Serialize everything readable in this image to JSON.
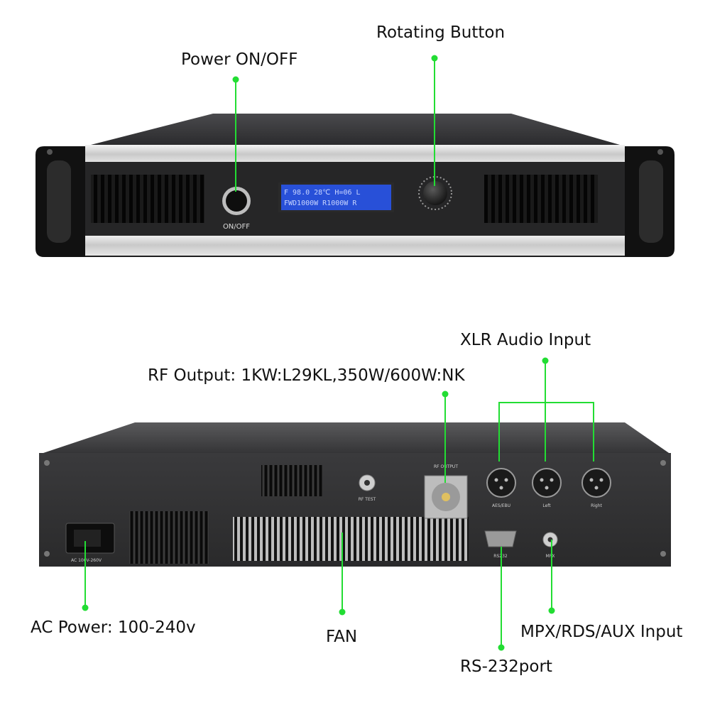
{
  "callouts": {
    "power": "Power ON/OFF",
    "rotating": "Rotating Button",
    "xlr": "XLR Audio Input",
    "rf_output": "RF Output: 1KW:L29KL,350W/600W:NK",
    "ac_power": "AC Power: 100-240v",
    "fan": "FAN",
    "mpx": "MPX/RDS/AUX Input",
    "rs232": "RS-232port"
  },
  "front_panel": {
    "button_label": "ON/OFF",
    "lcd_line1": "F 98.0 28℃ H=06 L",
    "lcd_line2": "FWD1000W R1000W R"
  },
  "rear_panel": {
    "rf_test": "RF TEST",
    "rf_output": "RF OUTPUT",
    "aes_ebu": "AES/EBU",
    "left": "Left",
    "right": "Right",
    "rs232": "RS232",
    "mpx": "MPX",
    "ac": "AC 100V-260V"
  },
  "colors": {
    "accent": "#22dd33",
    "chassis": "#2c2c2e",
    "lcd": "#2850d8"
  }
}
